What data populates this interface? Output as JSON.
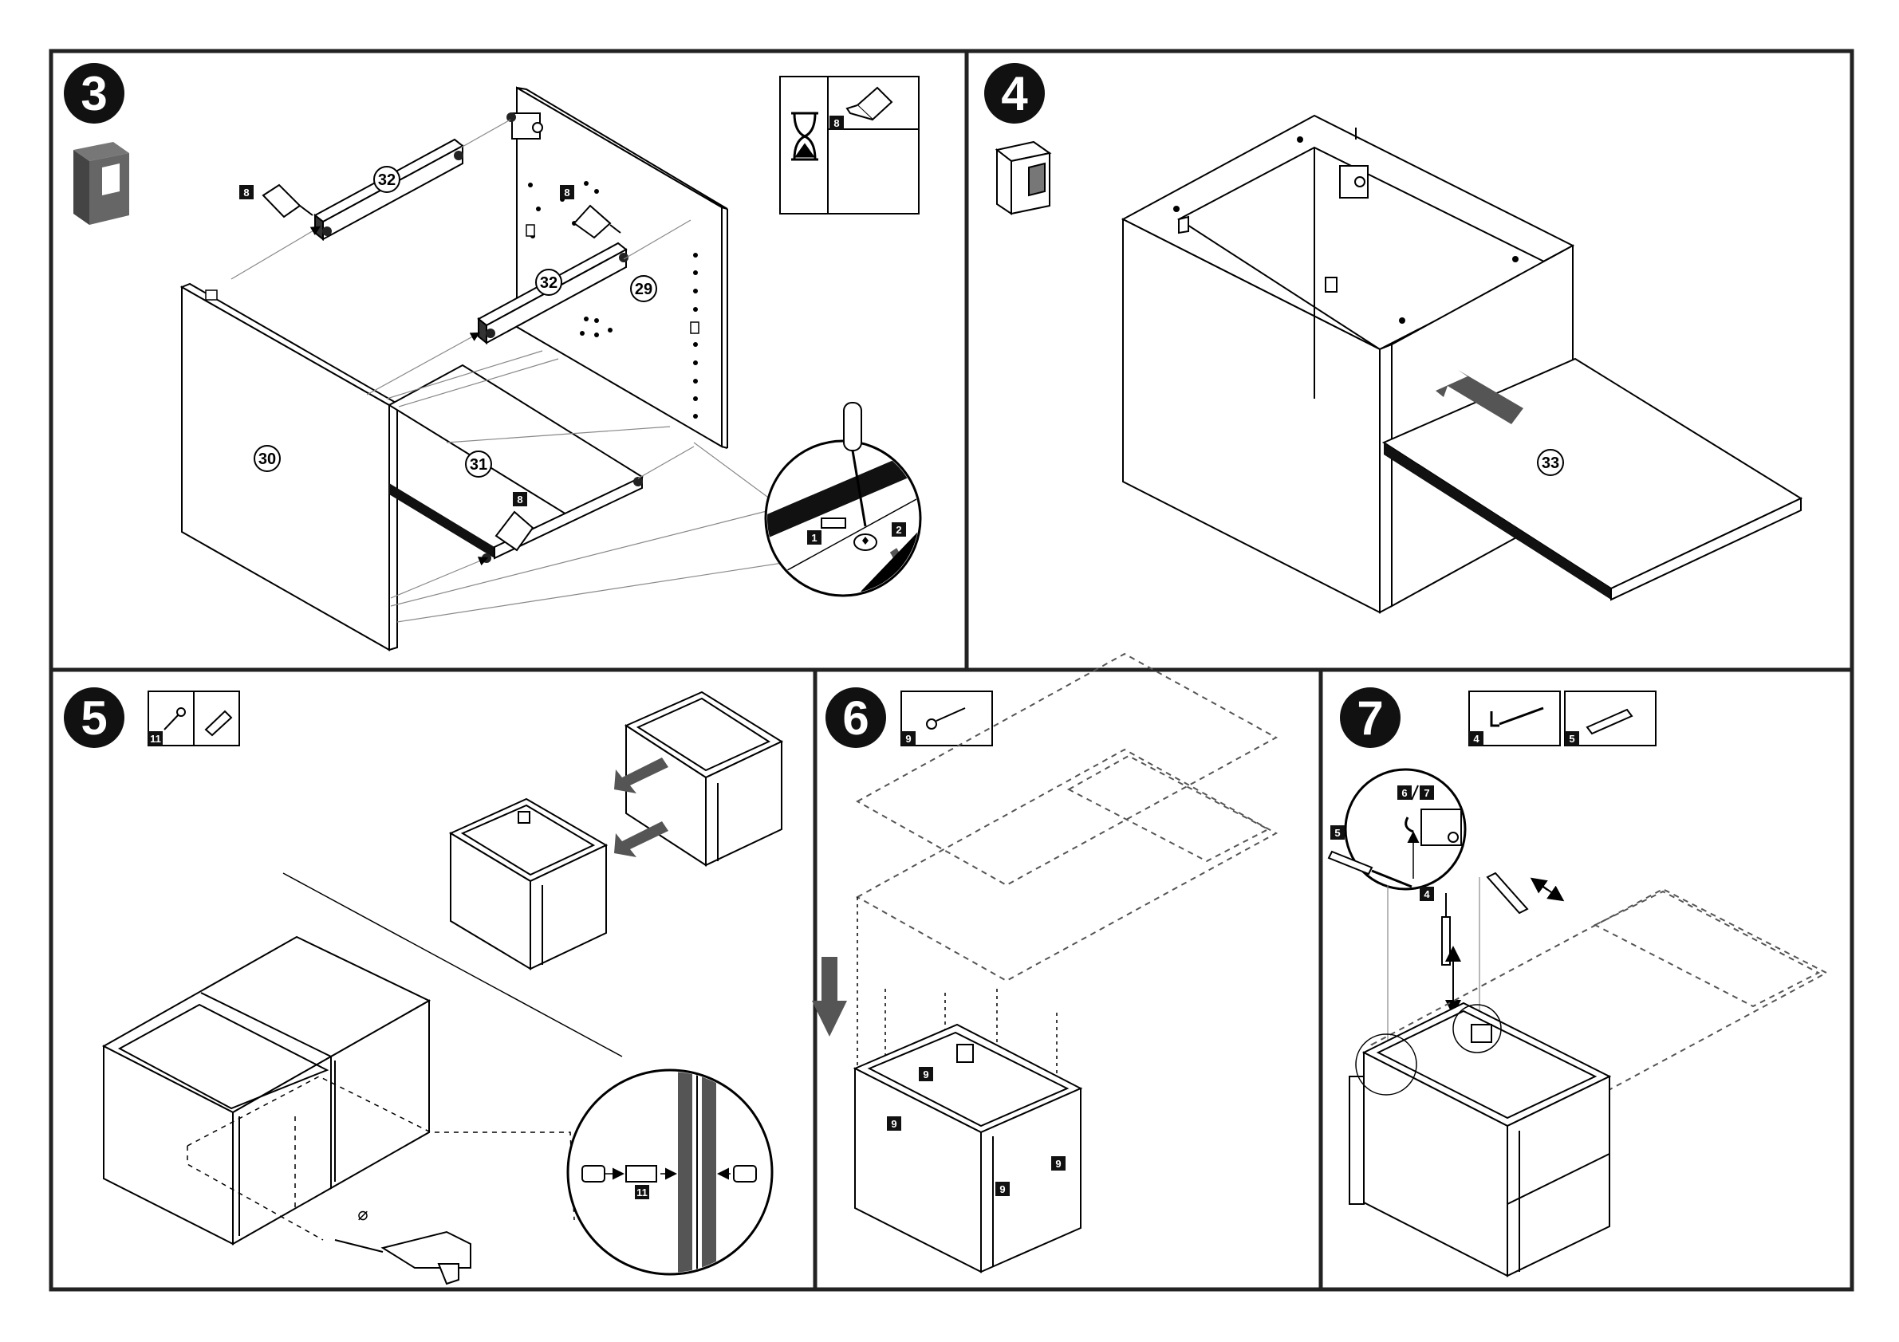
{
  "steps": {
    "s3": {
      "number": "3",
      "tags": {
        "glue_box": "8",
        "glue_left": "8",
        "glue_mid": "8",
        "glue_shelf": "8",
        "sub1": "1",
        "sub2": "2"
      },
      "parts": {
        "p32a": "32",
        "p32b": "32",
        "p29": "29",
        "p30": "30",
        "p31": "31"
      }
    },
    "s4": {
      "number": "4",
      "parts": {
        "p33": "33"
      }
    },
    "s5": {
      "number": "5",
      "tags": {
        "box": "11",
        "detail": "11"
      }
    },
    "s6": {
      "number": "6",
      "tags": {
        "box": "9",
        "a": "9",
        "b": "9",
        "c": "9",
        "d": "9"
      }
    },
    "s7": {
      "number": "7",
      "tags": {
        "box4": "4",
        "box5": "5",
        "left5": "5",
        "c6": "6",
        "c7": "7",
        "c4": "4"
      }
    }
  },
  "colors": {
    "ink": "#000000",
    "panel_gray": "#555555",
    "mid_gray": "#888888"
  }
}
